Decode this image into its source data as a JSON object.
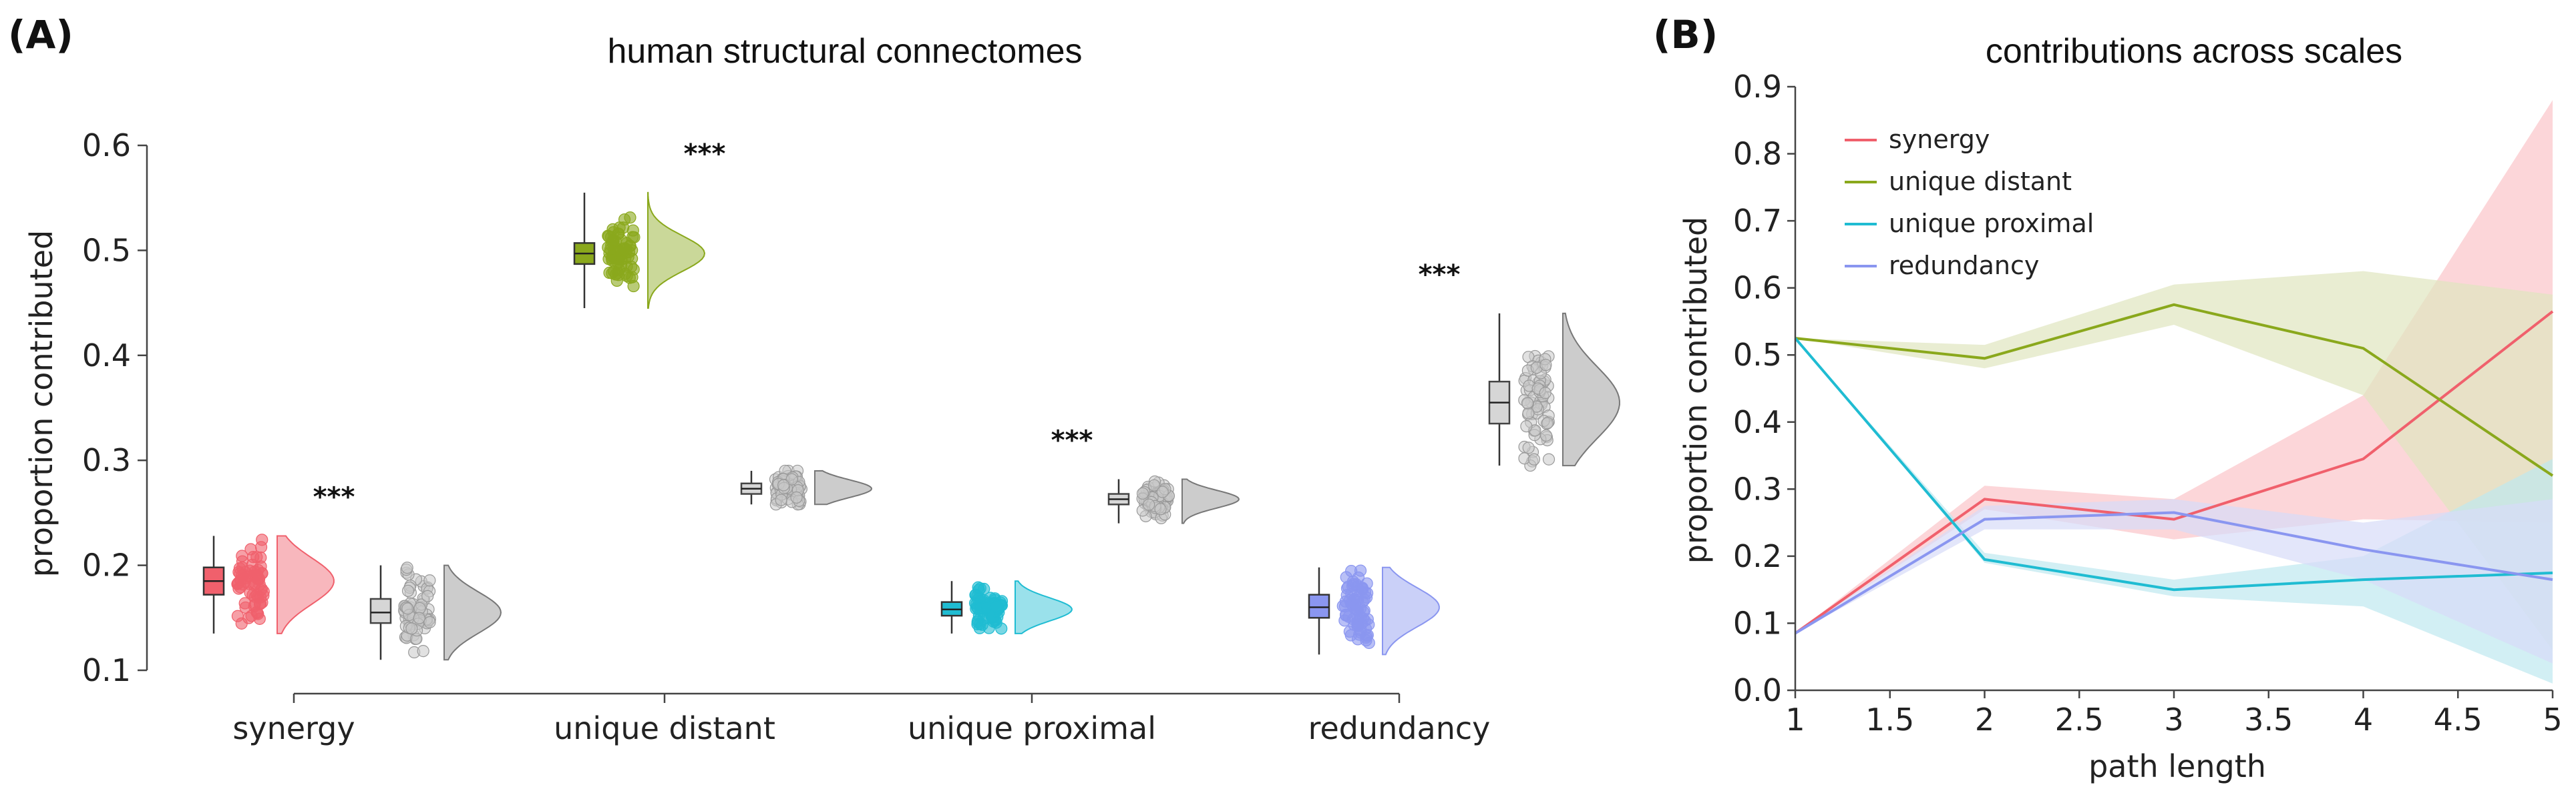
{
  "panelA": {
    "label": "(A)",
    "title": "human structural connectomes",
    "ylabel": "proportion contributed",
    "significance": "***"
  },
  "panelB": {
    "label": "(B)",
    "title": "contributions across scales",
    "ylabel": "proportion contributed",
    "xlabel": "path length"
  },
  "chart_data": [
    {
      "type": "raincloud",
      "title": "human structural connectomes",
      "ylabel": "proportion contributed",
      "ylim": [
        0.1,
        0.6
      ],
      "yticks": [
        "0.1",
        "0.2",
        "0.3",
        "0.4",
        "0.5",
        "0.6"
      ],
      "categories": [
        "synergy",
        "unique distant",
        "unique proximal",
        "redundancy"
      ],
      "groups": [
        {
          "category": "synergy",
          "significance": "***",
          "empirical": {
            "color": "#f0606c",
            "min": 0.135,
            "q1": 0.172,
            "median": 0.185,
            "q3": 0.198,
            "max": 0.228
          },
          "null": {
            "color": "#bdbdbd",
            "min": 0.11,
            "q1": 0.145,
            "median": 0.155,
            "q3": 0.168,
            "max": 0.2
          }
        },
        {
          "category": "unique distant",
          "significance": "***",
          "empirical": {
            "color": "#8aa81c",
            "min": 0.445,
            "q1": 0.487,
            "median": 0.497,
            "q3": 0.507,
            "max": 0.555
          },
          "null": {
            "color": "#bdbdbd",
            "min": 0.258,
            "q1": 0.268,
            "median": 0.273,
            "q3": 0.278,
            "max": 0.29
          }
        },
        {
          "category": "unique proximal",
          "significance": "***",
          "empirical": {
            "color": "#1fbcd2",
            "min": 0.135,
            "q1": 0.152,
            "median": 0.158,
            "q3": 0.165,
            "max": 0.185
          },
          "null": {
            "color": "#bdbdbd",
            "min": 0.24,
            "q1": 0.258,
            "median": 0.263,
            "q3": 0.268,
            "max": 0.282
          }
        },
        {
          "category": "redundancy",
          "significance": "***",
          "empirical": {
            "color": "#8a96f0",
            "min": 0.115,
            "q1": 0.15,
            "median": 0.16,
            "q3": 0.172,
            "max": 0.198
          },
          "null": {
            "color": "#bdbdbd",
            "min": 0.295,
            "q1": 0.335,
            "median": 0.355,
            "q3": 0.375,
            "max": 0.44
          }
        }
      ]
    },
    {
      "type": "line",
      "title": "contributions across scales",
      "xlabel": "path length",
      "ylabel": "proportion contributed",
      "x": [
        1,
        2,
        3,
        4,
        5
      ],
      "xlim": [
        1,
        5
      ],
      "ylim": [
        0,
        0.9
      ],
      "xticks": [
        "1",
        "1.5",
        "2",
        "2.5",
        "3",
        "3.5",
        "4",
        "4.5",
        "5"
      ],
      "yticks": [
        "0.0",
        "0.1",
        "0.2",
        "0.3",
        "0.4",
        "0.5",
        "0.6",
        "0.7",
        "0.8",
        "0.9"
      ],
      "legend_position": "top-left",
      "series": [
        {
          "name": "synergy",
          "color": "#f0606c",
          "band": "#fbc4c9",
          "values": [
            0.085,
            0.285,
            0.255,
            0.345,
            0.565
          ],
          "lower": [
            0.085,
            0.27,
            0.225,
            0.255,
            0.25
          ],
          "upper": [
            0.085,
            0.305,
            0.285,
            0.44,
            0.88
          ]
        },
        {
          "name": "unique distant",
          "color": "#8aa81c",
          "band": "#dfe6bf",
          "values": [
            0.525,
            0.495,
            0.575,
            0.51,
            0.32
          ],
          "lower": [
            0.525,
            0.48,
            0.545,
            0.44,
            0.06
          ],
          "upper": [
            0.525,
            0.515,
            0.605,
            0.625,
            0.59
          ]
        },
        {
          "name": "unique proximal",
          "color": "#1fbcd2",
          "band": "#bfe8ef",
          "values": [
            0.525,
            0.195,
            0.15,
            0.165,
            0.175
          ],
          "lower": [
            0.525,
            0.19,
            0.14,
            0.125,
            0.01
          ],
          "upper": [
            0.525,
            0.205,
            0.165,
            0.2,
            0.345
          ]
        },
        {
          "name": "redundancy",
          "color": "#8a96f0",
          "band": "#d7dcf8",
          "values": [
            0.085,
            0.255,
            0.265,
            0.21,
            0.165
          ],
          "lower": [
            0.085,
            0.24,
            0.24,
            0.165,
            0.04
          ],
          "upper": [
            0.085,
            0.275,
            0.285,
            0.25,
            0.285
          ]
        }
      ]
    }
  ]
}
